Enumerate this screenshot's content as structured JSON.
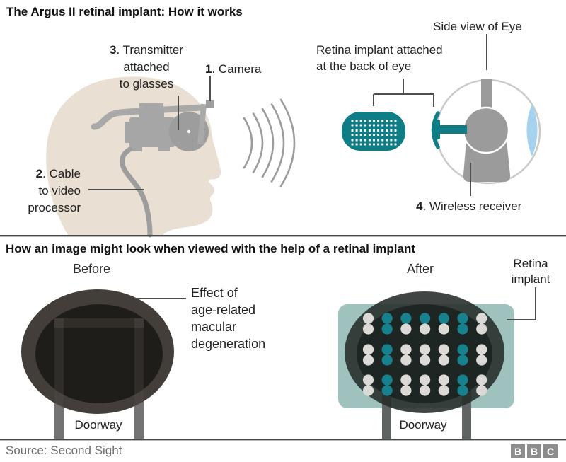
{
  "header": {
    "title": "The Argus II retinal implant: How it works"
  },
  "top_diagram": {
    "labels": {
      "camera": {
        "num": "1",
        "rest": ". Camera"
      },
      "cable": {
        "num": "2",
        "line1": ". Cable",
        "line2": "to video",
        "line3": "processor"
      },
      "transmitter": {
        "num": "3",
        "line1": ". Transmitter",
        "line2": "attached",
        "line3": "to glasses"
      },
      "receiver": {
        "num": "4",
        "rest": ". Wireless receiver"
      },
      "side_view": "Side view of Eye",
      "implant_attached_line1": "Retina implant attached",
      "implant_attached_line2": "at the back of eye"
    },
    "implant_pill": {
      "dot_rows": 6,
      "dot_cols": 11
    }
  },
  "bottom": {
    "heading": "How an image might look when viewed with the help of a retinal implant",
    "before": {
      "title": "Before",
      "caption": "Doorway",
      "annotation_lines": [
        "Effect of",
        "age-related",
        "macular",
        "degeneration"
      ]
    },
    "after": {
      "title": "After",
      "caption": "Doorway",
      "label_line1": "Retina",
      "label_line2": "implant",
      "dot_grid": {
        "rows": 6,
        "cols": 7,
        "legend": {
          "T": "teal (perceived doorway edge)",
          "L": "light (inactive electrode)"
        },
        "pattern": [
          "LTTTTTL",
          "LTLLLTL",
          "LTLLLTL",
          "LTLLLTL",
          "LTLLLTL",
          "LTLLLTL"
        ]
      }
    }
  },
  "footer": {
    "source": "Source: Second Sight",
    "logo_letters": [
      "B",
      "B",
      "C"
    ]
  },
  "colors": {
    "teal_implant": "#0e7d85",
    "sage_overlay": "#9fc2bf",
    "dot_teal": "#17828d",
    "dot_light": "#dbdad7",
    "head_beige": "#e9dfd2",
    "device_gray": "#a6a6a6",
    "eye_gray": "#9b9b9b",
    "lens_blue": "#a5d2ec",
    "pointer_line": "#4d4d4d"
  }
}
